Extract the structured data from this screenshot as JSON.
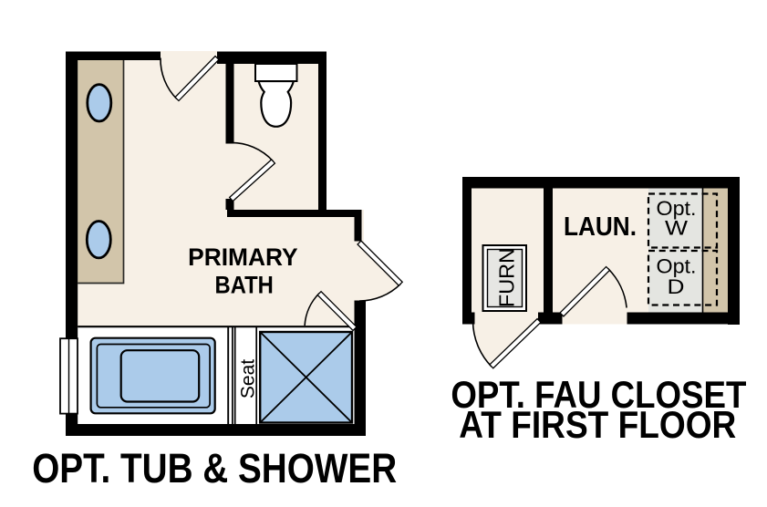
{
  "document": {
    "type": "floor-plan-options-diagram"
  },
  "colors": {
    "paper": "#ffffff",
    "floor_cream": "#f7f0e6",
    "counter_tan": "#d2c5aa",
    "fixture_blue": "#abcbea",
    "appliance_gray": "#e4e5e1",
    "furn_gray": "#e6e6e3",
    "wall_black": "#000000"
  },
  "primary_bath": {
    "room_label_line1": "PRIMARY",
    "room_label_line2": "BATH",
    "seat_label": "Seat",
    "caption": "OPT. TUB & SHOWER"
  },
  "fau_closet": {
    "room_label": "LAUN.",
    "furnace_label": "FURN",
    "washer_label_line1": "Opt.",
    "washer_label_line2": "W",
    "dryer_label_line1": "Opt.",
    "dryer_label_line2": "D",
    "caption_line1": "OPT. FAU CLOSET",
    "caption_line2": "AT FIRST FLOOR"
  }
}
